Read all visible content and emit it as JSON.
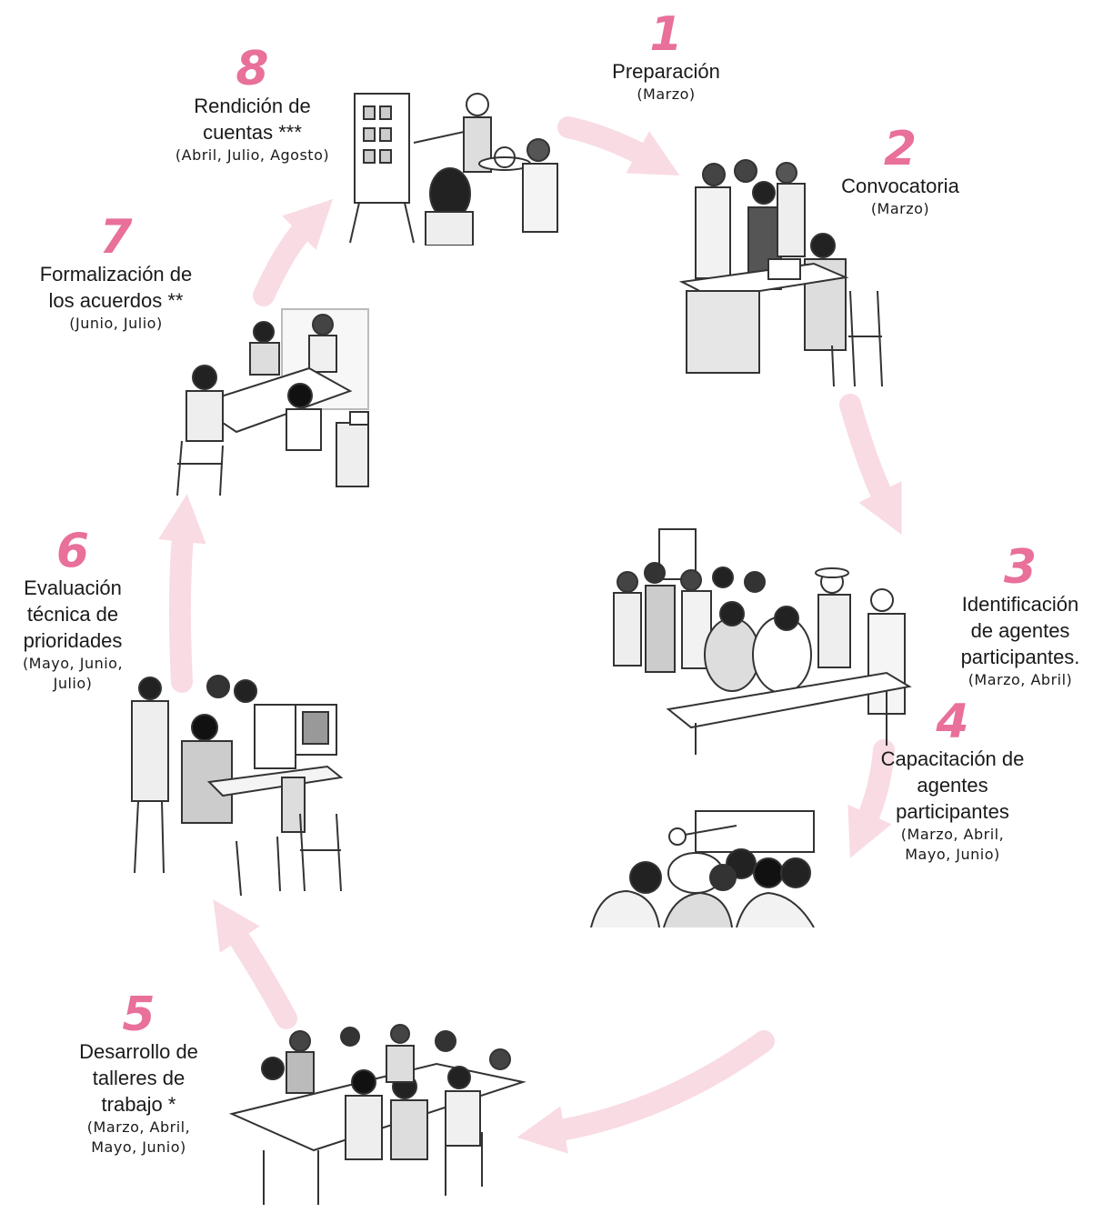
{
  "colors": {
    "accent": "#e8709a",
    "arrow": "#f9dbe3",
    "ink": "#1a1a1a"
  },
  "steps": [
    {
      "number": "1",
      "title": "Preparación",
      "months": "(Marzo)",
      "illustration": "team-preparation-illustration"
    },
    {
      "number": "2",
      "title": "Convocatoria",
      "months": "(Marzo)",
      "illustration": "registration-desk-illustration"
    },
    {
      "number": "3",
      "title": "Identificación\nde agentes\nparticipantes.",
      "months": "(Marzo, Abril)",
      "illustration": "group-identification-illustration"
    },
    {
      "number": "4",
      "title": "Capacitación de\nagentes\nparticipantes",
      "months": "(Marzo, Abril,\nMayo, Junio)",
      "illustration": "training-audience-illustration"
    },
    {
      "number": "5",
      "title": "Desarrollo de\ntalleres de\ntrabajo *",
      "months": "(Marzo, Abril,\nMayo, Junio)",
      "illustration": "workshop-table-illustration"
    },
    {
      "number": "6",
      "title": "Evaluación\ntécnica de\nprioridades",
      "months": "(Mayo, Junio,\nJulio)",
      "illustration": "computer-evaluation-illustration"
    },
    {
      "number": "7",
      "title": "Formalización de\nlos acuerdos **",
      "months": "(Junio, Julio)",
      "illustration": "meeting-agreements-illustration"
    },
    {
      "number": "8",
      "title": "Rendición de\ncuentas ***",
      "months": "(Abril, Julio, Agosto)",
      "illustration": "accountability-presentation-illustration"
    }
  ]
}
